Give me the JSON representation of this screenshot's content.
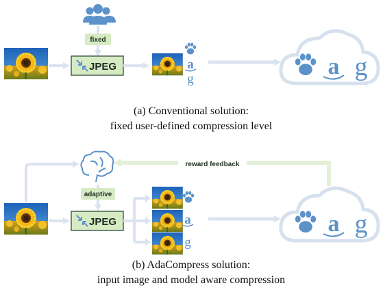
{
  "panel_a": {
    "tag_label": "fixed",
    "box_label": "JPEG",
    "caption_line1": "(a) Conventional solution:",
    "caption_line2": "fixed user-defined compression level"
  },
  "panel_b": {
    "tag_label": "adaptive",
    "box_label": "JPEG",
    "feedback_label": "reward feedback",
    "caption_line1": "(b) AdaCompress solution:",
    "caption_line2": "input image and model aware compression"
  },
  "cloud_glyphs": {
    "amazon_letter": "a",
    "google_letter": "g"
  },
  "colors": {
    "arrow": "#dbe3f1",
    "feedback": "#e3f0d9",
    "tag_bg": "#d6ebc4",
    "jpeg_bg": "#d6ebc4",
    "jpeg_border": "#2c4a3a",
    "icon_blue": "#5b92c9"
  }
}
